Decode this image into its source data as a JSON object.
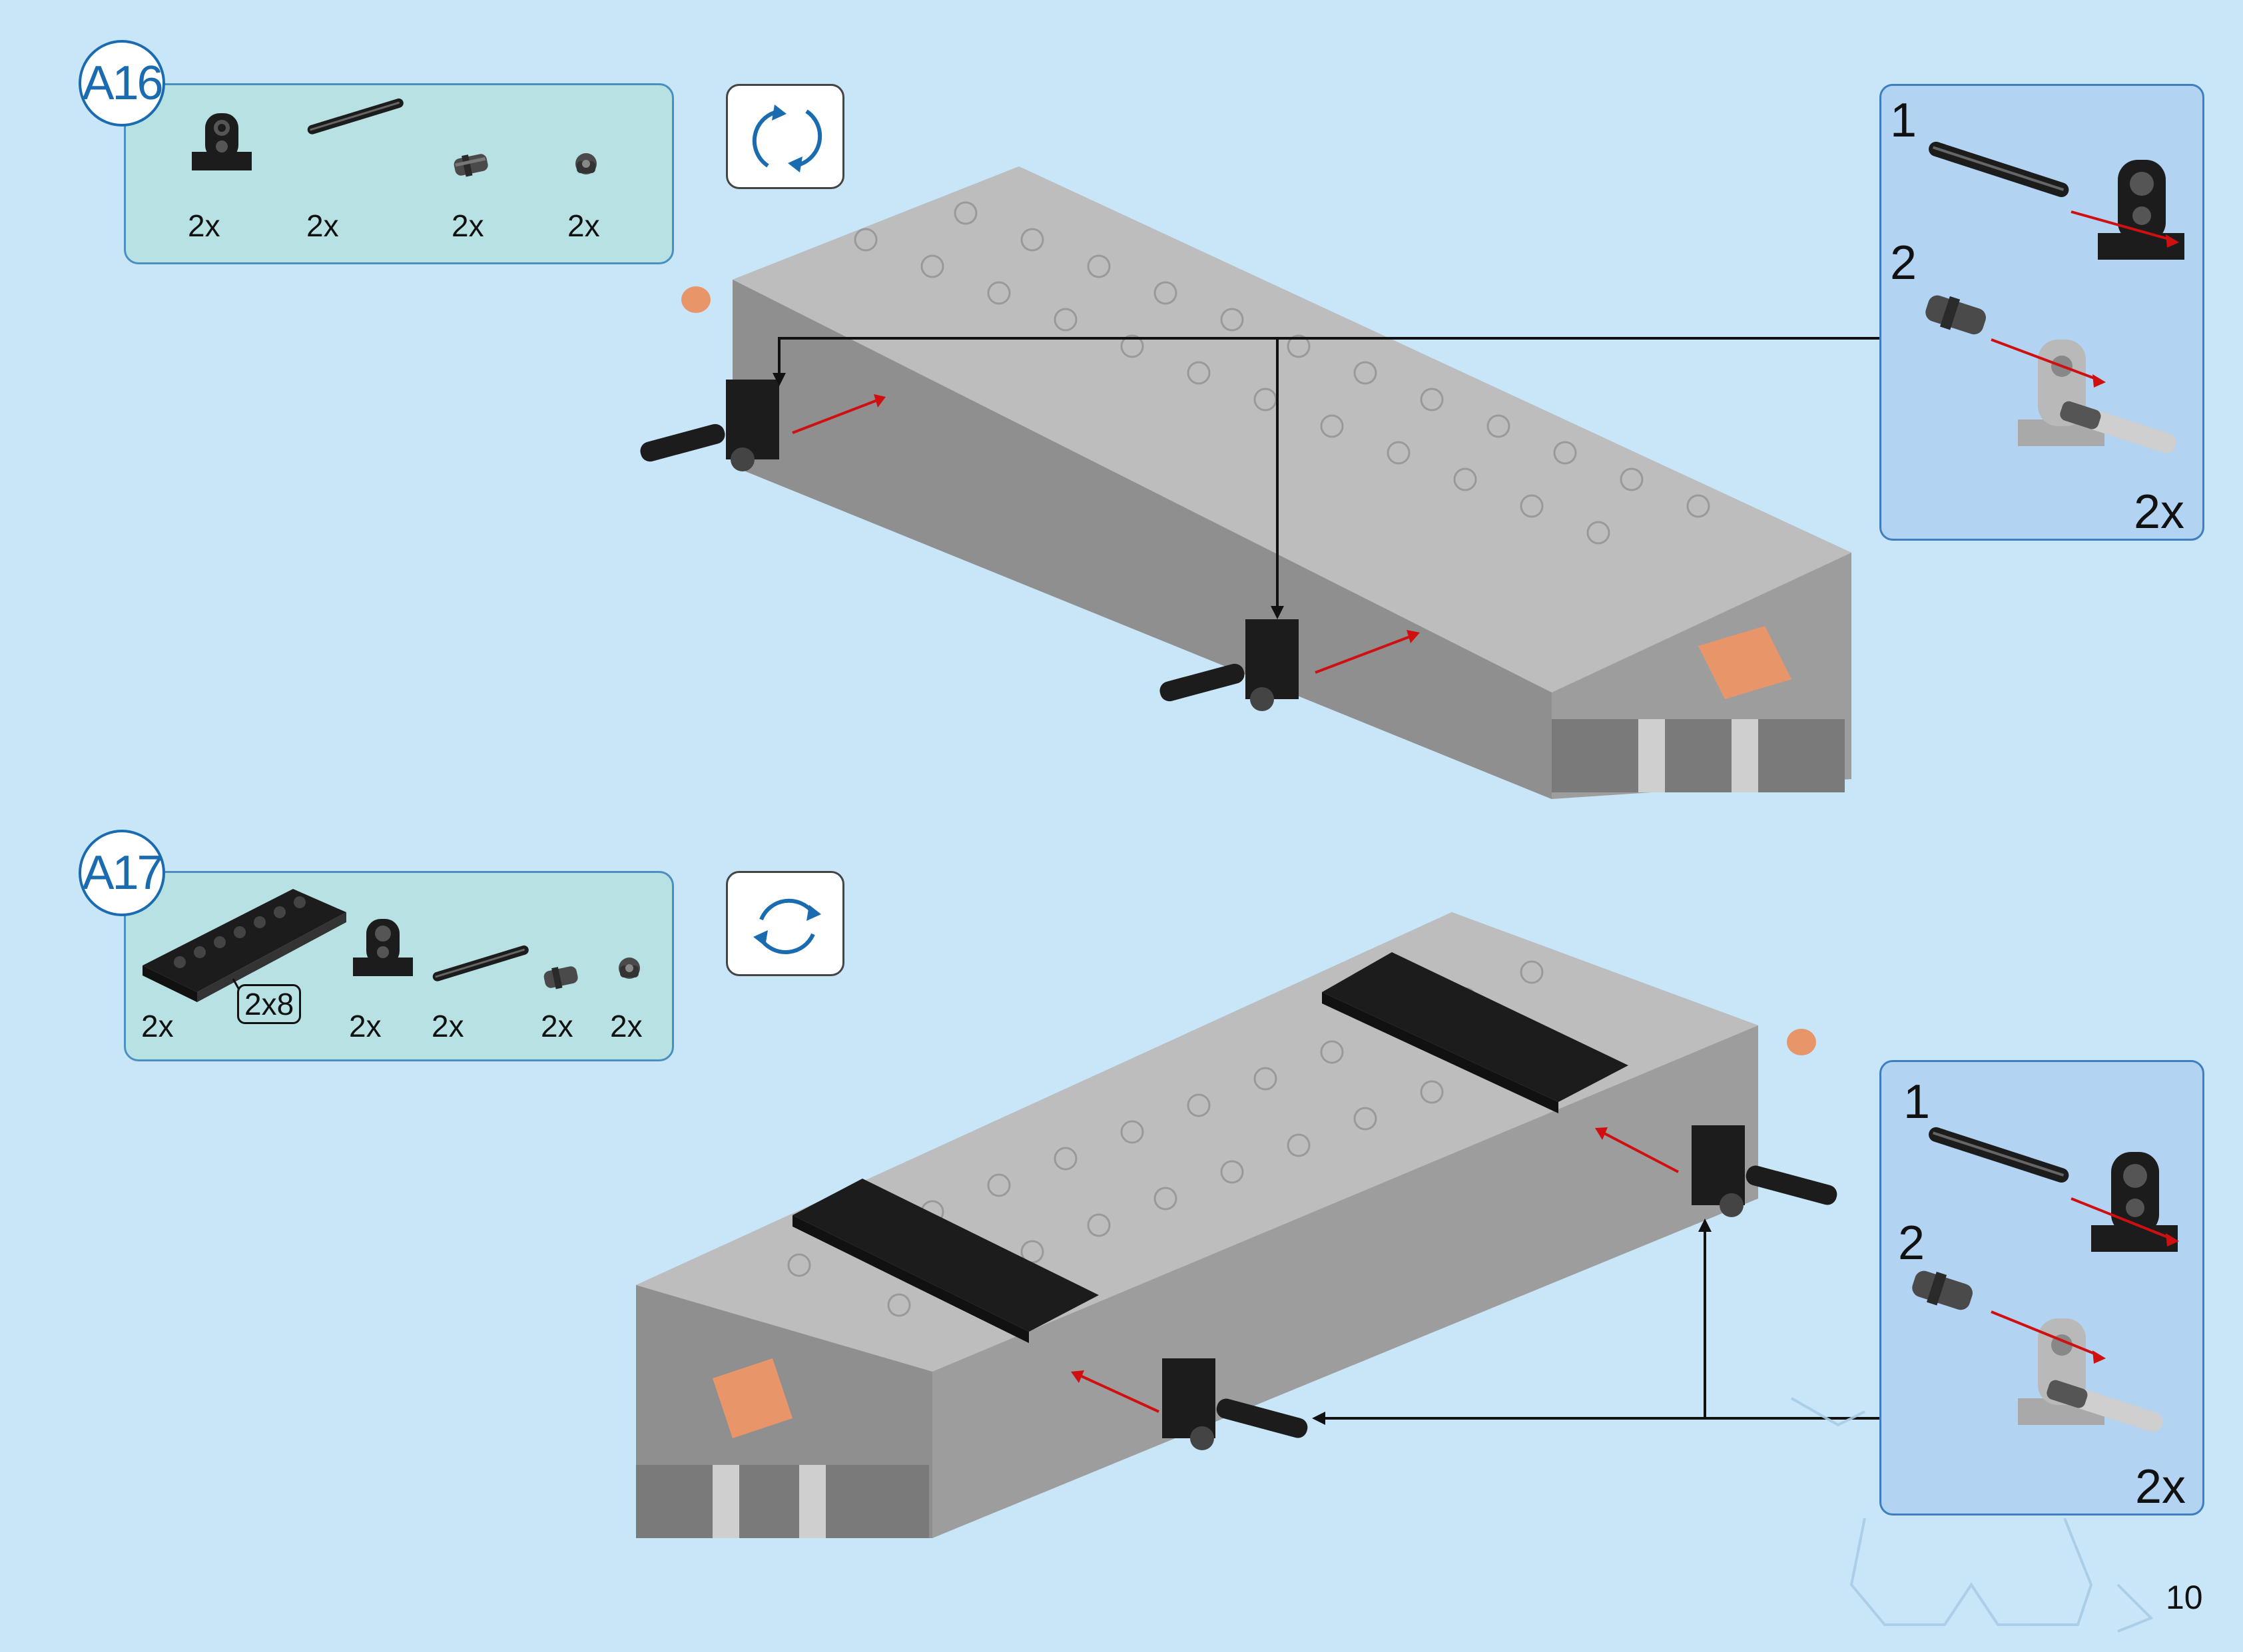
{
  "page_number": "10",
  "steps": [
    {
      "id": "A16",
      "parts": [
        {
          "icon": "pin-connector-block-icon",
          "qty": "2x"
        },
        {
          "icon": "axle-icon",
          "qty": "2x"
        },
        {
          "icon": "pin-with-axle-icon",
          "qty": "2x"
        },
        {
          "icon": "short-pin-icon",
          "qty": "2x"
        }
      ],
      "rotate_icon": "rotate-clockwise-icon",
      "subassembly": {
        "step1": "1",
        "step2": "2",
        "qty": "2x"
      }
    },
    {
      "id": "A17",
      "parts": [
        {
          "icon": "plate-2x8-icon",
          "qty": "2x",
          "size_label": "2x8"
        },
        {
          "icon": "pin-connector-block-icon",
          "qty": "2x"
        },
        {
          "icon": "axle-icon",
          "qty": "2x"
        },
        {
          "icon": "pin-with-axle-icon",
          "qty": "2x"
        },
        {
          "icon": "short-pin-icon",
          "qty": "2x"
        }
      ],
      "rotate_icon": "rotate-counterclockwise-icon",
      "subassembly": {
        "step1": "1",
        "step2": "2",
        "qty": "2x"
      }
    }
  ],
  "colors": {
    "background": "#c8e6f8",
    "parts_box": "#b7e1e2",
    "subassembly_box": "#b2d3f2",
    "badge_text": "#1a6bb0",
    "brick_gray": "#a9a9a9",
    "brick_black": "#1c1c1c",
    "accent_orange": "#e8956a",
    "arrow_red": "#d01010"
  }
}
